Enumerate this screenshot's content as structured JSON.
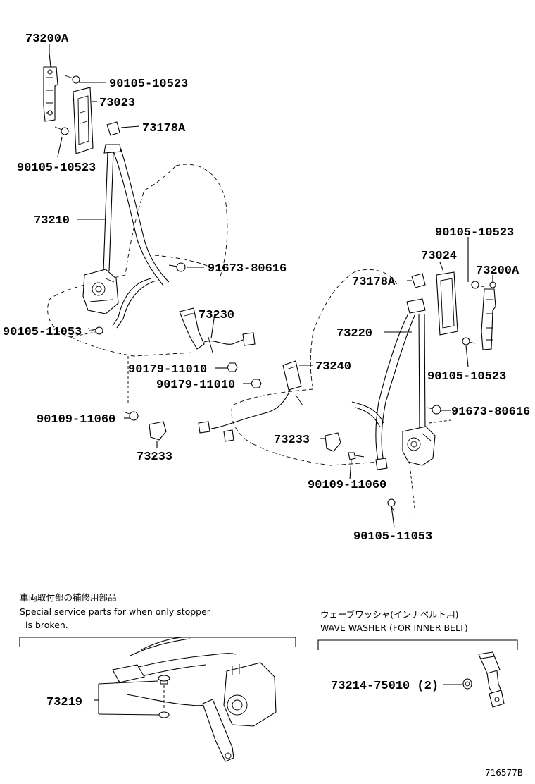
{
  "parts": {
    "p_73200A_left": "73200A",
    "p_90105_10523_a": "90105-10523",
    "p_73023": "73023",
    "p_73178A_left": "73178A",
    "p_90105_10523_b": "90105-10523",
    "p_73210": "73210",
    "p_91673_80616_left": "91673-80616",
    "p_73230": "73230",
    "p_90105_11053_left": "90105-11053",
    "p_90179_11010_a": "90179-11010",
    "p_90179_11010_b": "90179-11010",
    "p_73240": "73240",
    "p_90109_11060_left": "90109-11060",
    "p_73233_left": "73233",
    "p_90105_10523_c": "90105-10523",
    "p_73024": "73024",
    "p_73200A_right": "73200A",
    "p_73178A_right": "73178A",
    "p_73220": "73220",
    "p_90105_10523_d": "90105-10523",
    "p_91673_80616_right": "91673-80616",
    "p_73233_right": "73233",
    "p_90109_11060_right": "90109-11060",
    "p_90105_11053_right": "90105-11053",
    "p_73219": "73219",
    "p_73214_75010": "73214-75010 (2)"
  },
  "notes": {
    "left_jp": "車両取付部の補修用部品",
    "left_en_1": "Special service parts for when only stopper",
    "left_en_2": "is broken.",
    "right_jp": "ウェーブワッシャ(インナベルト用)",
    "right_en": "WAVE WASHER (FOR INNER BELT)"
  },
  "drawing_code": "716577B"
}
